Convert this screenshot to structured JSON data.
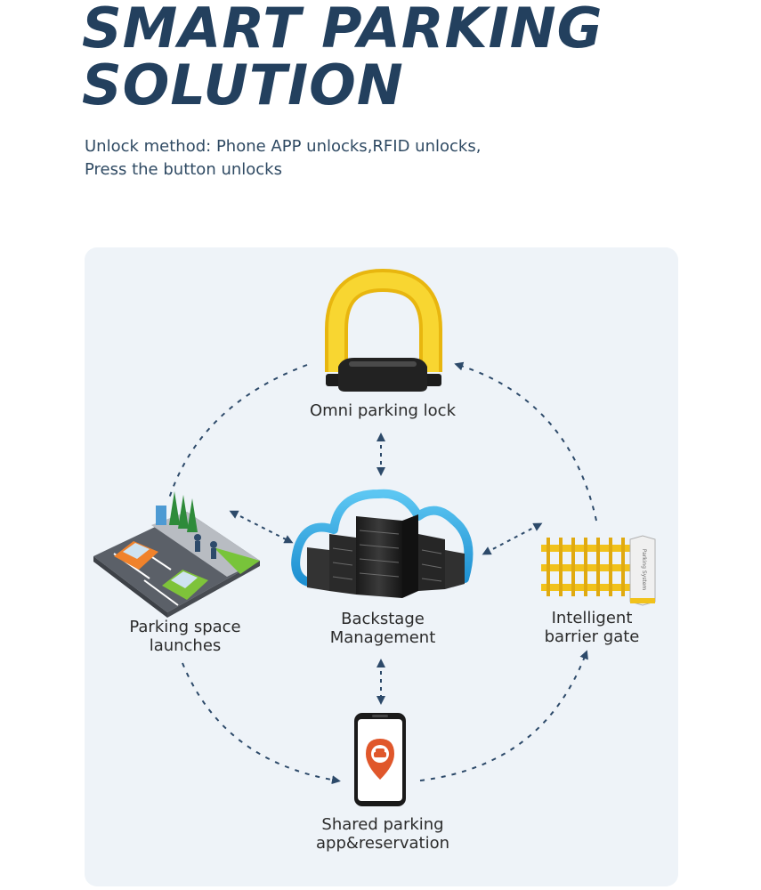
{
  "header": {
    "title_line1": "SMART PARKING",
    "title_line2": "SOLUTION",
    "subtitle_line1": "Unlock method: Phone APP unlocks,RFID unlocks,",
    "subtitle_line2": "Press the button unlocks"
  },
  "nodes": {
    "lock": {
      "label": "Omni parking lock"
    },
    "backstage": {
      "label": "Backstage\nManagement"
    },
    "parking_space": {
      "label": "Parking space\nlaunches"
    },
    "barrier": {
      "label": "Intelligent\nbarrier gate",
      "sign_text": "Parking System"
    },
    "app": {
      "label": "Shared parking\napp&reservation"
    }
  },
  "colors": {
    "title": "#23405e",
    "panel": "#eef3f8",
    "arrow": "#2d4a6a",
    "lock_yellow": "#f6cf22",
    "cloud_blue": "#2ea8e0",
    "barrier_yellow": "#f1c21b",
    "app_red": "#e0572b"
  }
}
